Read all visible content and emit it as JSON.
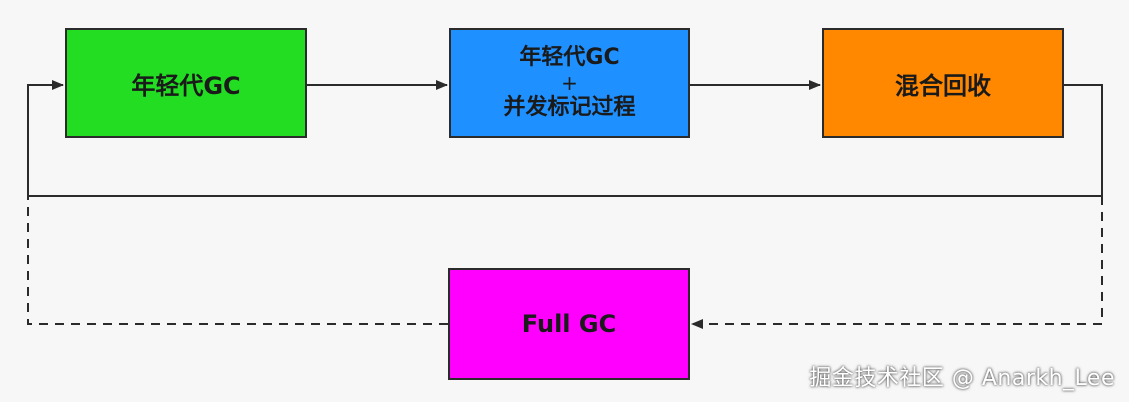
{
  "nodes": {
    "young_gc": {
      "label": "年轻代GC",
      "color": "#22dd22"
    },
    "young_concurrent": {
      "line1": "年轻代GC",
      "plus": "+",
      "line2": "并发标记过程",
      "color": "#1e90ff"
    },
    "mixed": {
      "label": "混合回收",
      "color": "#ff8800"
    },
    "full_gc": {
      "label": "Full GC",
      "color": "#ff00ff"
    }
  },
  "edges": [
    {
      "from": "young_gc",
      "to": "young_concurrent",
      "style": "solid"
    },
    {
      "from": "young_concurrent",
      "to": "mixed",
      "style": "solid"
    },
    {
      "from": "mixed",
      "to": "young_gc",
      "style": "solid",
      "route": "loop-back"
    },
    {
      "from": "mixed",
      "to": "full_gc",
      "style": "dashed"
    },
    {
      "from": "full_gc",
      "to": "young_gc",
      "style": "dashed"
    }
  ],
  "watermark": "掘金技术社区 @ Anarkh_Lee"
}
